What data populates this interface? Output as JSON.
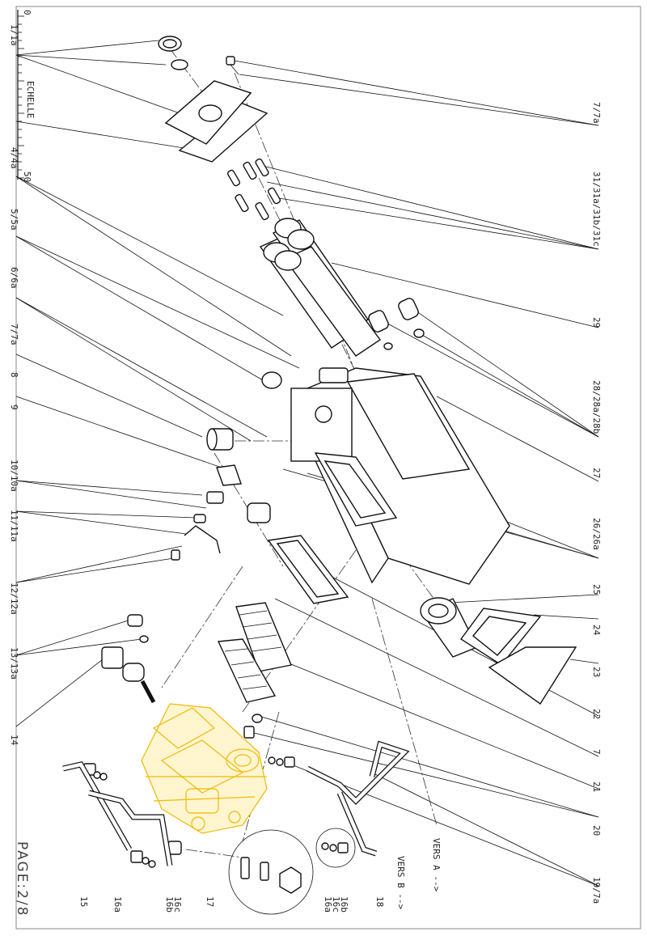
{
  "drawing": {
    "scale_label": "ECHELLE",
    "scale_ticks": [
      "0",
      "50"
    ],
    "page_label": "PAGE:2/8",
    "accent_color": "#f2b705",
    "line_color": "#111111",
    "highlighted_part": "pump-assembly"
  },
  "callouts_left": [
    "1/1a",
    "4/4a",
    "5/5a",
    "6/6a",
    "7/7a",
    "8",
    "9",
    "10/10a",
    "11/11a",
    "12/12a",
    "13/13a",
    "14"
  ],
  "callouts_right": [
    "7/7a",
    "31/31a/31b/31c",
    "29",
    "28/28a/28b",
    "27",
    "26/26a",
    "25",
    "24",
    "23",
    "22",
    "7",
    "21",
    "20",
    "19/7a"
  ],
  "callouts_bottom": [
    "15",
    "16a",
    "16b",
    "16c",
    "17",
    "16a",
    "16c",
    "16b",
    "18"
  ],
  "direction_notes": [
    "VERS A -->",
    "VERS B -->"
  ]
}
